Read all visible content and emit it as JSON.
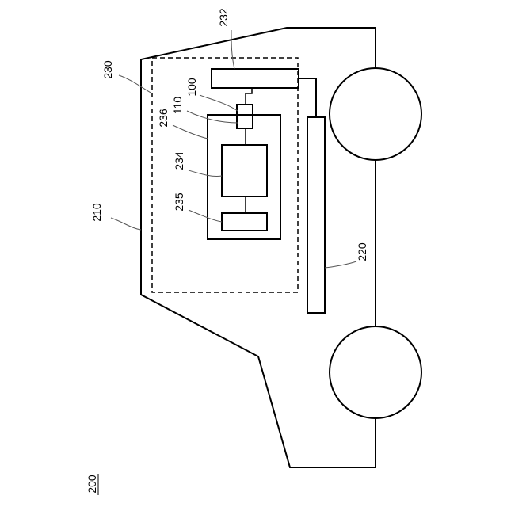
{
  "figure": {
    "figure_ref": "200",
    "labels": {
      "body": "210",
      "battery": "220",
      "unit": "230",
      "component_232": "232",
      "component_234": "234",
      "component_235": "235",
      "housing_236": "236",
      "module_100": "100",
      "module_110": "110"
    }
  }
}
